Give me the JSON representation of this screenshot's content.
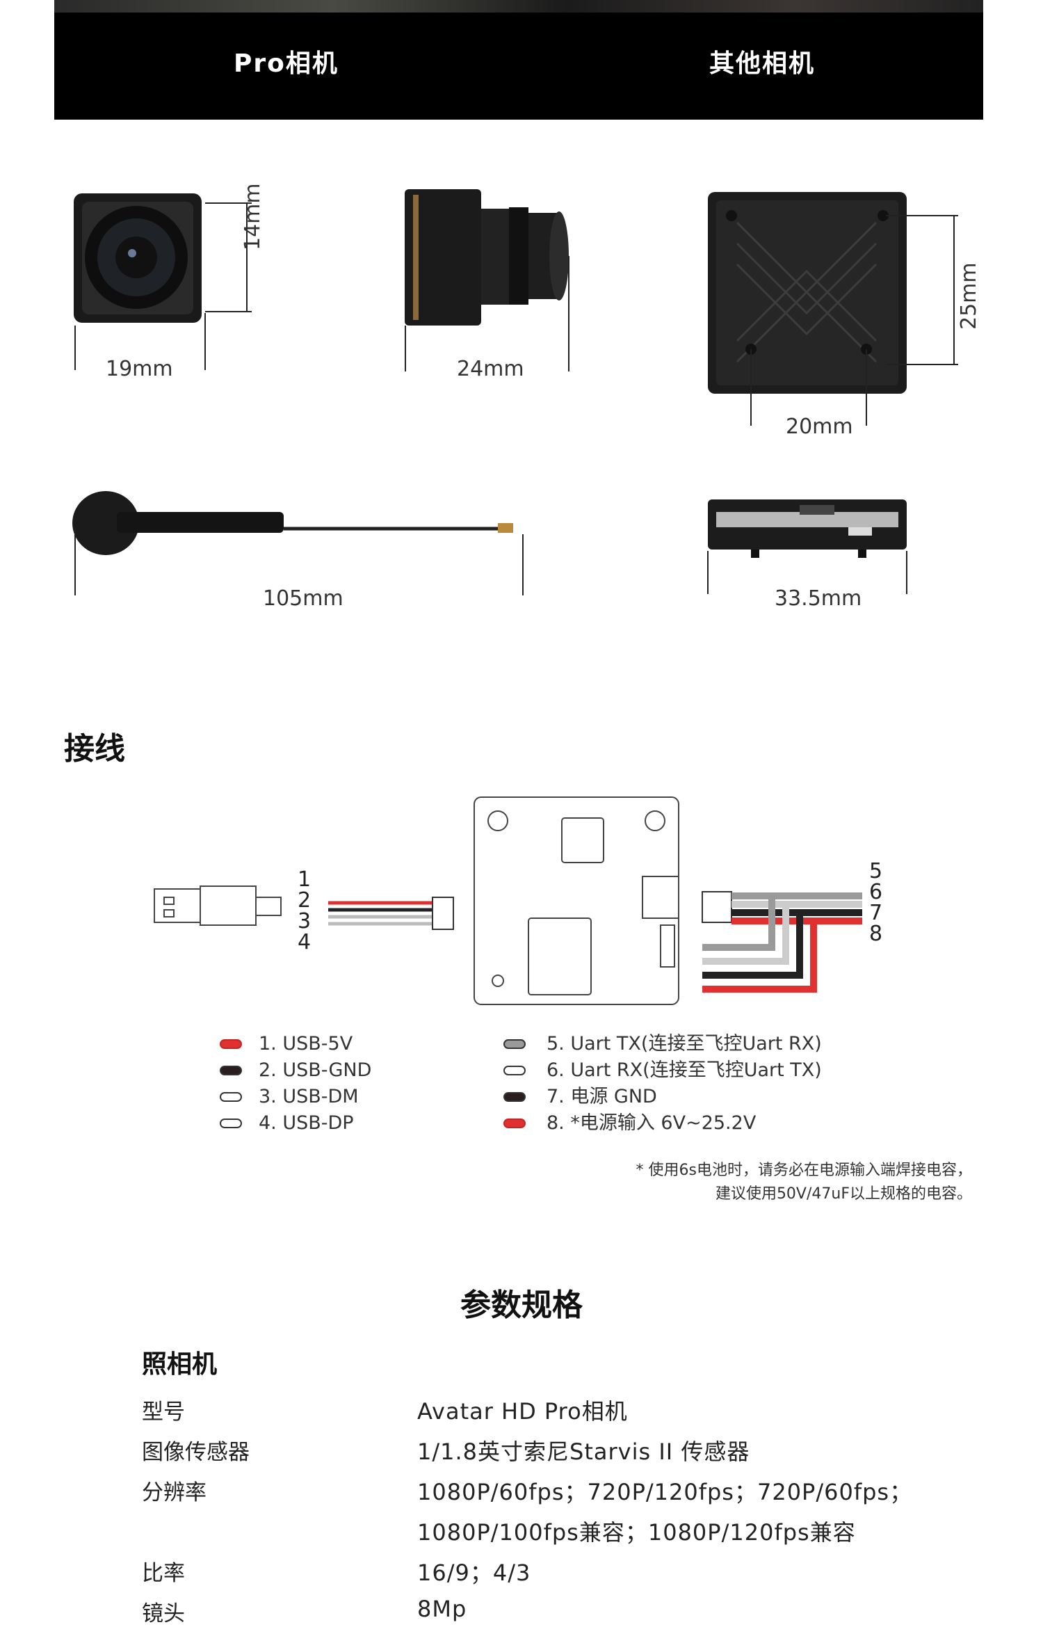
{
  "tabs": {
    "pro": "Pro相机",
    "other": "其他相机"
  },
  "dimensions": {
    "pro_width": "19mm",
    "pro_height": "14mm",
    "pro_length": "24mm",
    "vtx_height": "25mm",
    "vtx_width": "20mm",
    "antenna_length": "105mm",
    "vtx_length": "33.5mm"
  },
  "wiring": {
    "title": "接线",
    "left_pins": [
      "1",
      "2",
      "3",
      "4"
    ],
    "right_pins": [
      "5",
      "6",
      "7",
      "8"
    ],
    "legend_left": [
      {
        "label": "1. USB-5V",
        "color": "#e03030"
      },
      {
        "label": "2. USB-GND",
        "color": "#2a1d1d"
      },
      {
        "label": "3. USB-DM",
        "color": "#ffffff"
      },
      {
        "label": "4. USB-DP",
        "color": "#ffffff"
      }
    ],
    "legend_right": [
      {
        "label": "5. Uart TX(连接至飞控Uart RX)",
        "color": "#9a9a9a"
      },
      {
        "label": "6. Uart RX(连接至飞控Uart TX)",
        "color": "#ffffff"
      },
      {
        "label": "7. 电源 GND",
        "color": "#2a1d1d"
      },
      {
        "label": "8. *电源输入 6V~25.2V",
        "color": "#e03030"
      }
    ],
    "note_line1": "* 使用6s电池时，请务必在电源输入端焊接电容，",
    "note_line2": "建议使用50V/47uF以上规格的电容。"
  },
  "specs": {
    "title": "参数规格",
    "section": "照相机",
    "rows": [
      {
        "label": "型号",
        "value": "Avatar HD Pro相机"
      },
      {
        "label": "图像传感器",
        "value": "1/1.8英寸索尼Starvis II 传感器"
      },
      {
        "label": "分辨率",
        "value": "1080P/60fps；720P/120fps；720P/60fps；"
      },
      {
        "label": "",
        "value": "1080P/100fps兼容；1080P/120fps兼容"
      },
      {
        "label": "比率",
        "value": "16/9；4/3"
      },
      {
        "label": "镜头",
        "value": "8Mp"
      }
    ]
  }
}
